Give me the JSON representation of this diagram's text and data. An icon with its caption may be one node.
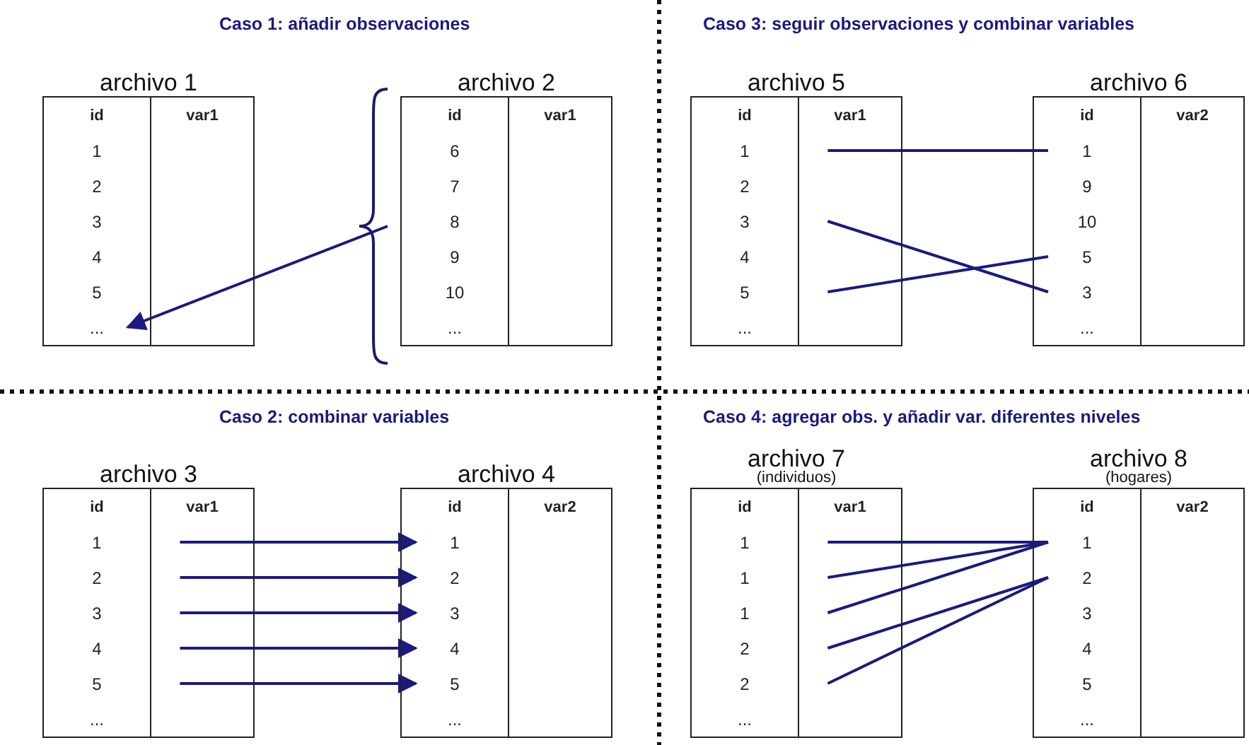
{
  "diagram": {
    "nodes": [
      {
        "text": [
          "archivo 1"
        ]
      },
      {
        "text": [
          "id",
          "var1"
        ],
        "in": 0
      },
      {
        "text": [
          "1"
        ],
        "in": 0
      },
      {
        "text": [
          "2"
        ],
        "in": 0
      },
      {
        "text": [
          "3"
        ],
        "in": 0
      },
      {
        "text": [
          "4"
        ],
        "in": 0
      },
      {
        "text": [
          "5"
        ],
        "in": 0
      },
      {
        "text": [
          "..."
        ],
        "in": 0
      },
      {
        "text": [],
        "shape": "brace"
      },
      {
        "text": [
          "archivo 2"
        ]
      },
      {
        "text": [
          "id",
          "var1"
        ],
        "in": 9
      },
      {
        "text": [
          "6"
        ],
        "in": 9
      },
      {
        "text": [
          "7"
        ],
        "in": 9
      },
      {
        "text": [
          "8"
        ],
        "in": 9
      },
      {
        "text": [
          "9"
        ],
        "in": 9
      },
      {
        "text": [
          "10"
        ],
        "in": 9
      },
      {
        "text": [
          "..."
        ],
        "in": 9
      },
      {
        "text": [
          "archivo 5"
        ]
      },
      {
        "text": [
          "id",
          "var1"
        ],
        "in": 17
      },
      {
        "text": [
          "1"
        ],
        "in": 17
      },
      {
        "text": [
          "2"
        ],
        "in": 17
      },
      {
        "text": [
          "3"
        ],
        "in": 17
      },
      {
        "text": [
          "4"
        ],
        "in": 17
      },
      {
        "text": [
          "5"
        ],
        "in": 17
      },
      {
        "text": [
          "..."
        ],
        "in": 17
      },
      {
        "text": [
          "archivo 6"
        ]
      },
      {
        "text": [
          "id",
          "var2"
        ],
        "in": 25
      },
      {
        "text": [
          "1"
        ],
        "in": 25
      },
      {
        "text": [
          "9"
        ],
        "in": 25
      },
      {
        "text": [
          "10"
        ],
        "in": 25
      },
      {
        "text": [
          "5"
        ],
        "in": 25
      },
      {
        "text": [
          "3"
        ],
        "in": 25
      },
      {
        "text": [
          "..."
        ],
        "in": 25
      },
      {
        "text": [
          "archivo 3"
        ]
      },
      {
        "text": [
          "id",
          "var1"
        ],
        "in": 33
      },
      {
        "text": [
          "1"
        ],
        "in": 33
      },
      {
        "text": [
          "2"
        ],
        "in": 33
      },
      {
        "text": [
          "3"
        ],
        "in": 33
      },
      {
        "text": [
          "4"
        ],
        "in": 33
      },
      {
        "text": [
          "5"
        ],
        "in": 33
      },
      {
        "text": [
          "..."
        ],
        "in": 33
      },
      {
        "text": [
          "archivo 4"
        ]
      },
      {
        "text": [
          "id",
          "var2"
        ],
        "in": 41
      },
      {
        "text": [
          "1"
        ],
        "in": 41
      },
      {
        "text": [
          "2"
        ],
        "in": 41
      },
      {
        "text": [
          "3"
        ],
        "in": 41
      },
      {
        "text": [
          "4"
        ],
        "in": 41
      },
      {
        "text": [
          "5"
        ],
        "in": 41
      },
      {
        "text": [
          "..."
        ],
        "in": 41
      },
      {
        "text": [
          "archivo 7",
          "(individuos)"
        ]
      },
      {
        "text": [
          "id",
          "var1"
        ],
        "in": 49
      },
      {
        "text": [
          "1"
        ],
        "in": 49
      },
      {
        "text": [
          "1"
        ],
        "in": 49
      },
      {
        "text": [
          "1"
        ],
        "in": 49
      },
      {
        "text": [
          "2"
        ],
        "in": 49
      },
      {
        "text": [
          "2"
        ],
        "in": 49
      },
      {
        "text": [
          "..."
        ],
        "in": 49
      },
      {
        "text": [
          "archivo 8",
          "(hogares)"
        ]
      },
      {
        "text": [
          "id",
          "var2"
        ],
        "in": 57
      },
      {
        "text": [
          "1"
        ],
        "in": 57
      },
      {
        "text": [
          "2"
        ],
        "in": 57
      },
      {
        "text": [
          "3"
        ],
        "in": 57
      },
      {
        "text": [
          "4"
        ],
        "in": 57
      },
      {
        "text": [
          "5"
        ],
        "in": 57
      },
      {
        "text": [
          "..."
        ],
        "in": 57
      }
    ],
    "edges": [
      {
        "from": 8,
        "to": 7,
        "arrow": "to"
      },
      {
        "from": 19,
        "to": 27,
        "arrow": "none"
      },
      {
        "from": 21,
        "to": 31,
        "arrow": "none"
      },
      {
        "from": 23,
        "to": 30,
        "arrow": "none"
      },
      {
        "from": 35,
        "to": 43,
        "arrow": "to"
      },
      {
        "from": 36,
        "to": 44,
        "arrow": "to"
      },
      {
        "from": 37,
        "to": 45,
        "arrow": "to"
      },
      {
        "from": 38,
        "to": 46,
        "arrow": "to"
      },
      {
        "from": 39,
        "to": 47,
        "arrow": "to"
      },
      {
        "from": 51,
        "to": 59,
        "arrow": "none"
      },
      {
        "from": 52,
        "to": 59,
        "arrow": "none"
      },
      {
        "from": 53,
        "to": 59,
        "arrow": "none"
      },
      {
        "from": 54,
        "to": 60,
        "arrow": "none"
      },
      {
        "from": 55,
        "to": 60,
        "arrow": "none"
      }
    ],
    "labels": [
      "Caso 1: añadir observaciones",
      "Caso 3: seguir observaciones y combinar variables",
      "Caso 2: combinar variables",
      "Caso 4: agregar obs. y añadir var. diferentes niveles"
    ]
  }
}
